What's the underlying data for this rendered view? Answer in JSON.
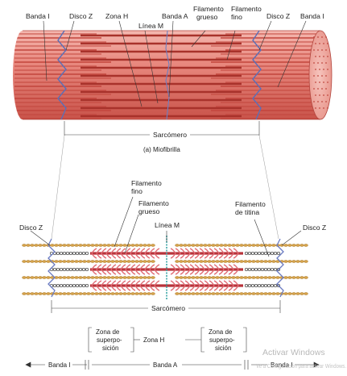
{
  "figure": {
    "top_labels": {
      "banda_i_left": "Banda I",
      "disco_z_left": "Disco Z",
      "zona_h": "Zona H",
      "linea_m": "Línea M",
      "banda_a": "Banda A",
      "filamento_grueso_1": "Filamento",
      "filamento_grueso_2": "grueso",
      "filamento_fino_1": "Filamento",
      "filamento_fino_2": "fino",
      "disco_z_right": "Disco Z",
      "banda_i_right": "Banda I"
    },
    "sarcomero_top": "Sarcómero",
    "caption": "(a) Miofibrilla",
    "bottom_labels": {
      "filamento_fino_1": "Filamento",
      "filamento_fino_2": "fino",
      "filamento_grueso_1": "Filamento",
      "filamento_grueso_2": "grueso",
      "linea_m": "Línea M",
      "filamento_titina_1": "Filamento",
      "filamento_titina_2": "de titina",
      "disco_z_left": "Disco Z",
      "disco_z_right": "Disco Z"
    },
    "sarcomero_bottom": "Sarcómero",
    "zones": {
      "superposicion_left_1": "Zona de",
      "superposicion_left_2": "superpo-",
      "superposicion_left_3": "sición",
      "zona_h": "Zona H",
      "superposicion_right_1": "Zona de",
      "superposicion_right_2": "superpo-",
      "superposicion_right_3": "sición"
    },
    "bands": {
      "banda_i_left": "Banda I",
      "banda_a": "Banda A",
      "banda_i_right": "Banda I"
    }
  },
  "watermark": {
    "line1": "Activar Windows",
    "line2": "Ve a Configuración para activar Windows."
  }
}
